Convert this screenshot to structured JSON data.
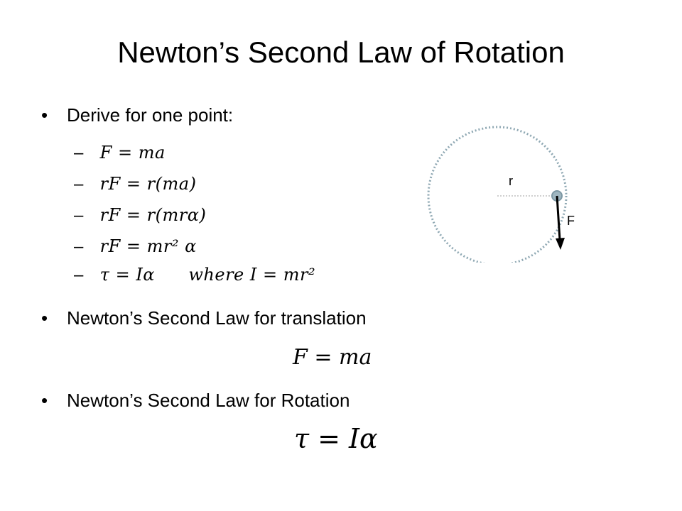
{
  "slide": {
    "title": "Newton’s Second Law of Rotation",
    "bullets": [
      {
        "text": "Derive for one point:"
      },
      {
        "text": "Newton’s Second Law for translation"
      },
      {
        "text": "Newton’s Second Law for Rotation"
      }
    ],
    "derivation": [
      {
        "dash": "–",
        "eq": "F = ma"
      },
      {
        "dash": "–",
        "eq": "rF = r(ma)"
      },
      {
        "dash": "–",
        "eq": "rF = r(mrα)"
      },
      {
        "dash": "–",
        "eq": "rF = mr² α"
      },
      {
        "dash": "–",
        "eq": "τ = Iα",
        "note": "where I = mr²"
      }
    ],
    "equations": {
      "translation": "F = ma",
      "rotation": "τ = Iα"
    },
    "bullet_symbol": "•"
  },
  "diagram": {
    "radius_label": "r",
    "force_label": "F",
    "circle_color": "#8fa8b3",
    "point_color": "#9fb6c0",
    "radius_line_color": "#a0a0a0",
    "force_color": "#000000"
  }
}
